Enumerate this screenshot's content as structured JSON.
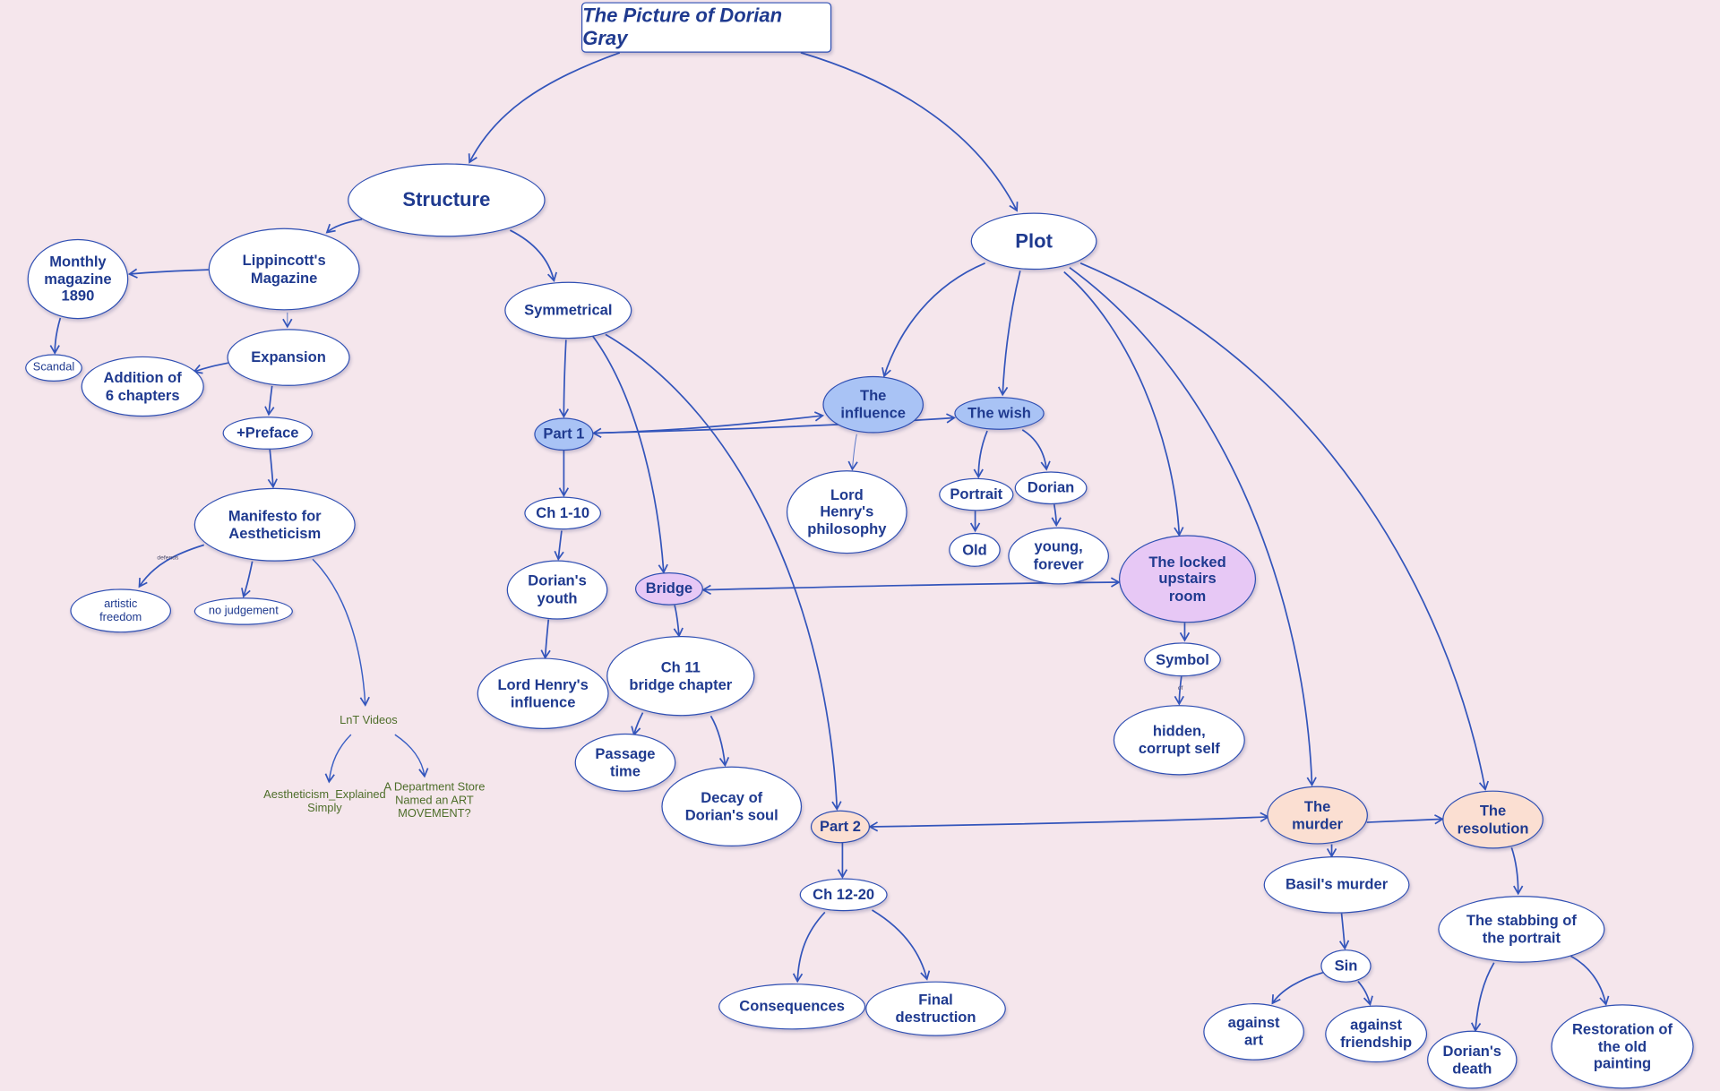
{
  "title": "The Picture of Dorian Gray",
  "colors": {
    "background": "#f5e6ec",
    "node_border": "#2f4fb3",
    "text": "#1f3a8f",
    "highlight_blue": "#a9c3f5",
    "highlight_purple": "#e7c8f5",
    "highlight_peach": "#fbdfd2",
    "link_text": "#4e6e2a"
  },
  "nodes": {
    "structure": "Structure",
    "plot": "Plot",
    "monthly_magazine": "Monthly\nmagazine\n1890",
    "lippincotts": "Lippincott's\nMagazine",
    "scandal": "Scandal",
    "expansion": "Expansion",
    "addition": "Addition of\n6 chapters",
    "preface": "+Preface",
    "manifesto": "Manifesto for\nAestheticism",
    "artistic_freedom": "artistic\nfreedom",
    "no_judgement": "no judgement",
    "symmetrical": "Symmetrical",
    "part1": "Part 1",
    "ch1_10": "Ch 1-10",
    "dorians_youth": "Dorian's\nyouth",
    "lord_henrys_influence": "Lord Henry's\ninfluence",
    "bridge": "Bridge",
    "ch11": "Ch 11\nbridge chapter",
    "passage_time": "Passage\ntime",
    "decay": "Decay of\nDorian's soul",
    "part2": "Part 2",
    "ch12_20": "Ch 12-20",
    "consequences": "Consequences",
    "final_destruction": "Final\ndestruction",
    "the_influence": "The\ninfluence",
    "lord_henrys_philosophy": "Lord\nHenry's\nphilosophy",
    "the_wish": "The wish",
    "portrait": "Portrait",
    "old": "Old",
    "dorian": "Dorian",
    "young_forever": "young,\nforever",
    "locked_room": "The locked\nupstairs\nroom",
    "symbol": "Symbol",
    "hidden_self": "hidden,\ncorrupt self",
    "the_murder": "The\nmurder",
    "basils_murder": "Basil's murder",
    "sin": "Sin",
    "against_art": "against\nart",
    "against_friendship": "against\nfriendship",
    "the_resolution": "The\nresolution",
    "stabbing": "The stabbing of\nthe portrait",
    "dorians_death": "Dorian's\ndeath",
    "restoration": "Restoration of\nthe old\npainting"
  },
  "links": {
    "lnt_videos": "LnT Videos",
    "aestheticism_explained": "Aestheticism_Explained\nSimply",
    "department_store": "A Department Store\nNamed an ART\nMOVEMENT?"
  },
  "edge_labels": {
    "defends": "defends",
    "of": "of"
  }
}
